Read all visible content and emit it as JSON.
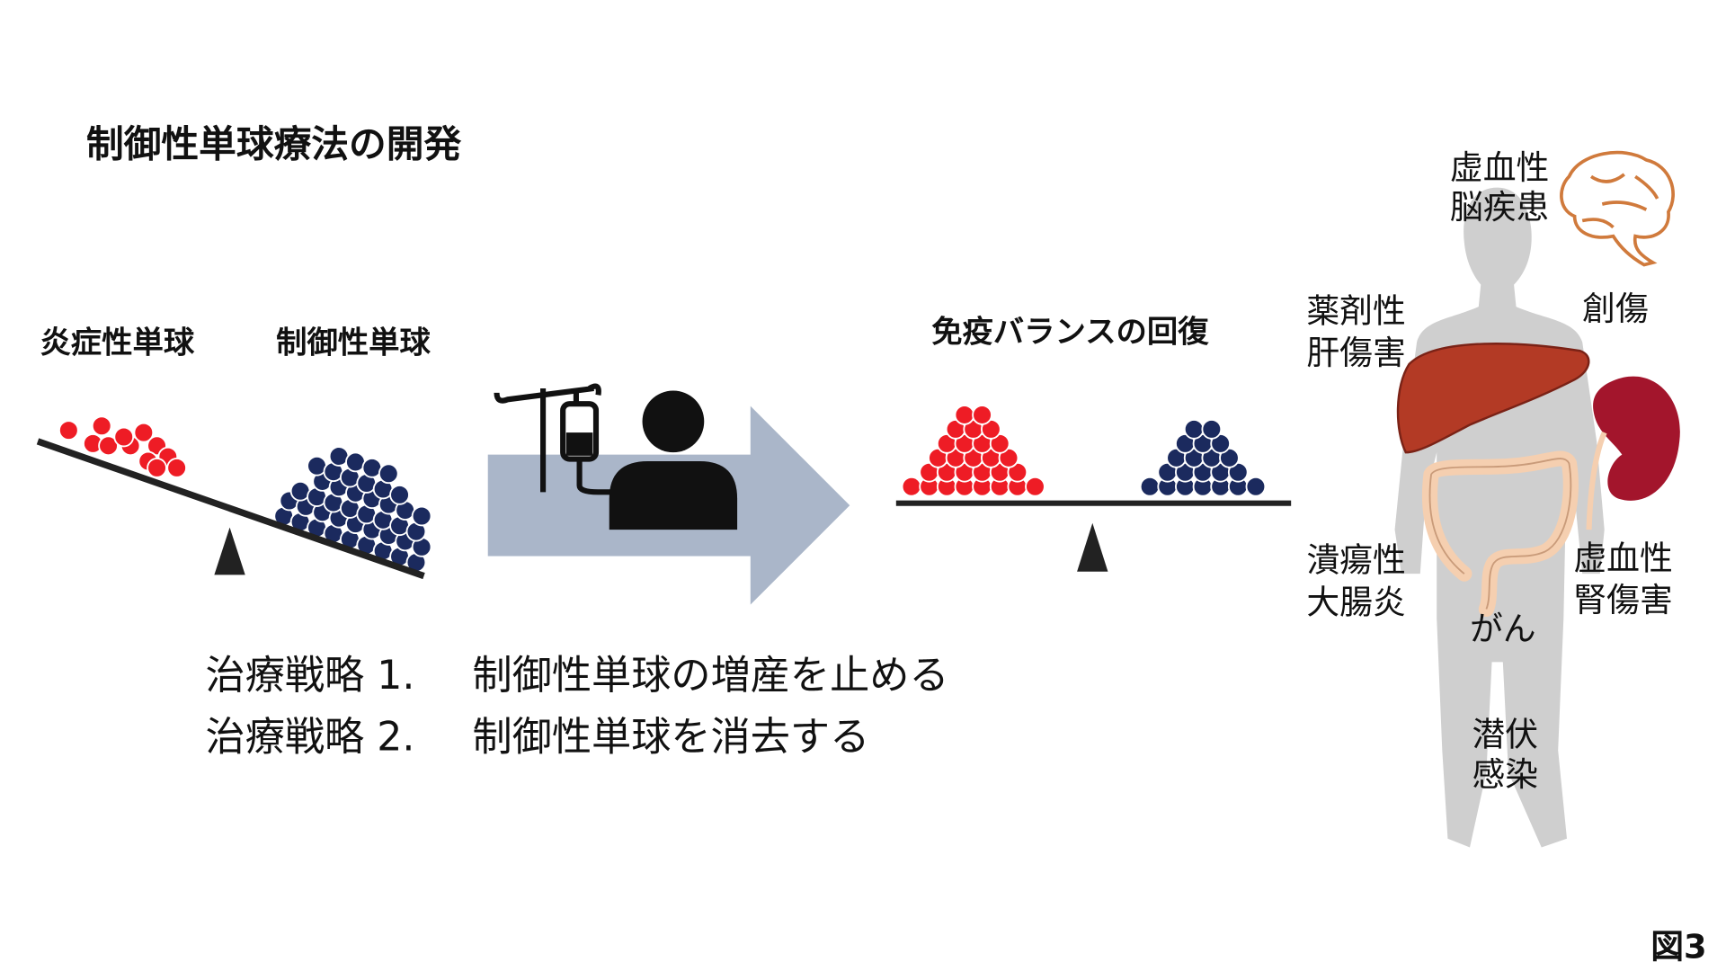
{
  "title": "制御性単球療法の開発",
  "left_balance": {
    "label_inflammatory": "炎症性単球",
    "label_regulatory": "制御性単球"
  },
  "right_balance": {
    "label": "免疫バランスの回復"
  },
  "strategies": [
    {
      "label": "治療戦略 1.",
      "text": "制御性単球の増産を止める"
    },
    {
      "label": "治療戦略 2.",
      "text": "制御性単球を消去する"
    }
  ],
  "diseases": {
    "brain_line1": "虚血性",
    "brain_line2": "脳疾患",
    "liver_line1": "薬剤性",
    "liver_line2": "肝傷害",
    "wound": "創傷",
    "colitis_line1": "潰瘍性",
    "colitis_line2": "大腸炎",
    "kidney_line1": "虚血性",
    "kidney_line2": "腎傷害",
    "cancer": "がん",
    "latent_line1": "潜伏",
    "latent_line2": "感染"
  },
  "figure_label": "図3",
  "colors": {
    "inflammatory": "#ee1c25",
    "regulatory": "#1b2a5e",
    "arrow": "#aab6c9",
    "silhouette": "#cfcfcf",
    "liver": "#b33a25",
    "kidney": "#a3152c",
    "colon": "#f5cfb0",
    "brain": "#d07a3c"
  }
}
